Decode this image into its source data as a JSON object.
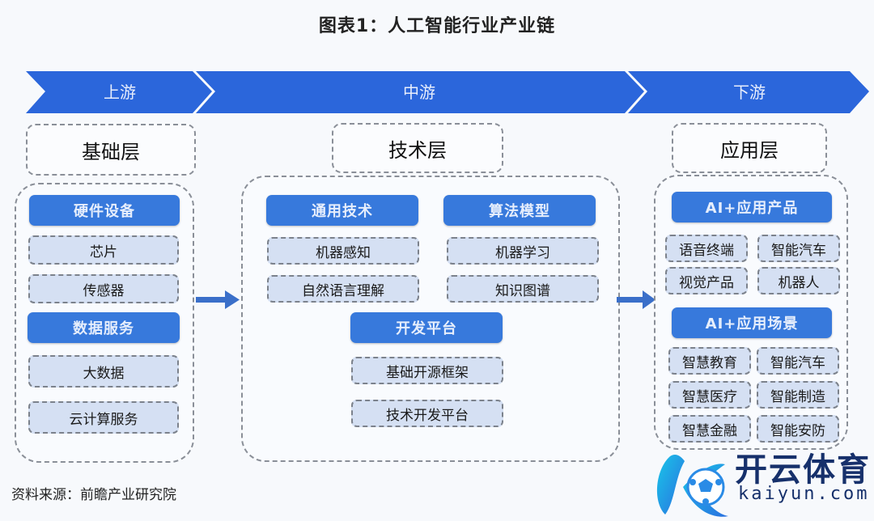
{
  "title": "图表1：人工智能行业产业链",
  "stages": [
    {
      "label": "上游",
      "layer": "基础层"
    },
    {
      "label": "中游",
      "layer": "技术层"
    },
    {
      "label": "下游",
      "layer": "应用层"
    }
  ],
  "upstream": {
    "groups": [
      {
        "head": "硬件设备",
        "items": [
          "芯片",
          "传感器"
        ]
      },
      {
        "head": "数据服务",
        "items": [
          "大数据",
          "云计算服务"
        ]
      }
    ]
  },
  "midstream": {
    "groups": [
      {
        "head": "通用技术",
        "items": [
          "机器感知",
          "自然语言理解"
        ]
      },
      {
        "head": "算法模型",
        "items": [
          "机器学习",
          "知识图谱"
        ]
      },
      {
        "head": "开发平台",
        "items": [
          "基础开源框架",
          "技术开发平台"
        ]
      }
    ]
  },
  "downstream": {
    "groups": [
      {
        "head": "AI+应用产品",
        "items": [
          "语音终端",
          "智能汽车",
          "视觉产品",
          "机器人"
        ]
      },
      {
        "head": "AI+应用场景",
        "items": [
          "智慧教育",
          "智能汽车",
          "智慧医疗",
          "智能制造",
          "智慧金融",
          "智能安防"
        ]
      }
    ]
  },
  "source": "资料来源：前瞻产业研究院",
  "watermark": {
    "name": "开云体育",
    "url": "kaiyun.com"
  },
  "colors": {
    "banner": "#2b66db",
    "head": "#3779dc",
    "item": "#d5e0f3"
  }
}
